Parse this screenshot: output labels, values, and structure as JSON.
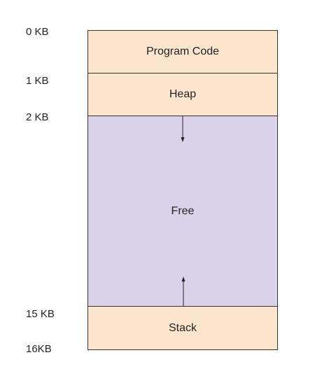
{
  "addresses": {
    "a0": "0 KB",
    "a1": "1 KB",
    "a2": "2 KB",
    "a15": "15 KB",
    "a16": "16KB"
  },
  "segments": {
    "program_code": "Program Code",
    "heap": "Heap",
    "free": "Free",
    "stack": "Stack"
  },
  "colors": {
    "segment_fill": "#fce5cd",
    "free_fill": "#d9d2e9",
    "border": "#333333"
  }
}
